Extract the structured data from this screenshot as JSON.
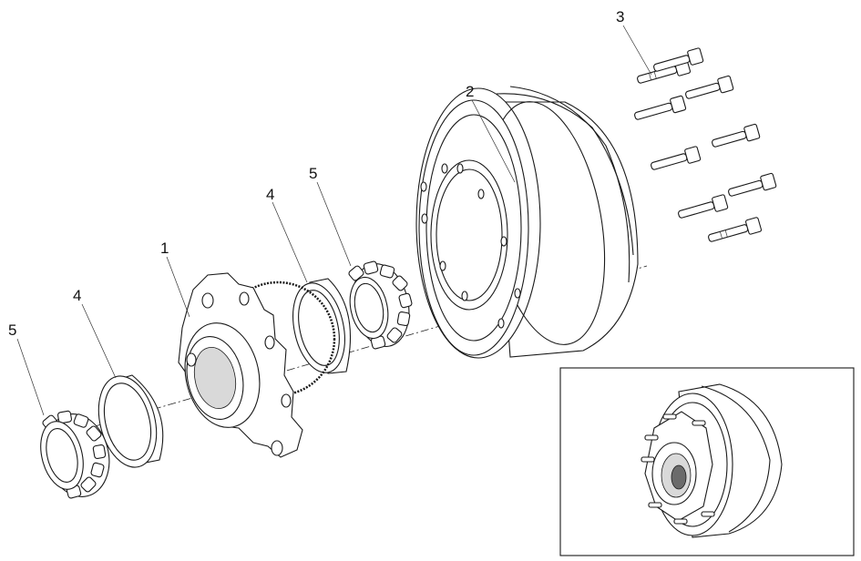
{
  "callouts": [
    {
      "id": "hub",
      "label": "1"
    },
    {
      "id": "brake-drum",
      "label": "2"
    },
    {
      "id": "wheel-studs",
      "label": "3"
    },
    {
      "id": "outer-bearing-cup",
      "label": "4"
    },
    {
      "id": "inner-bearing-cup",
      "label": "4"
    },
    {
      "id": "outer-bearing-cone",
      "label": "5"
    },
    {
      "id": "inner-bearing-cone",
      "label": "5"
    }
  ],
  "colors": {
    "line": "#1a1a1a",
    "background": "#ffffff",
    "shade": "#d9d9d9",
    "dark_shade": "#6b6b6b"
  }
}
